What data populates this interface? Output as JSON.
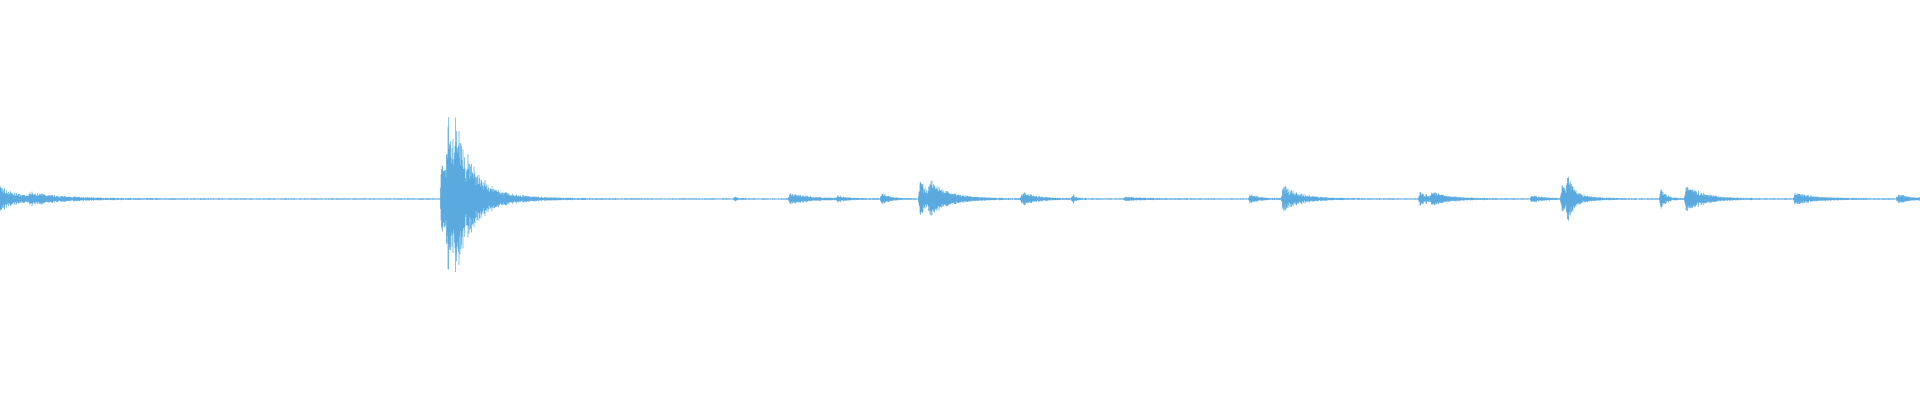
{
  "waveform": {
    "color": "#5AAAE0",
    "background": "#FFFFFF",
    "duration_units": 1920,
    "baseline_amplitude": 0.006,
    "peak_amplitude": 1.0,
    "events": [
      {
        "t": 0,
        "amp": 0.14,
        "decay": 18
      },
      {
        "t": 30,
        "amp": 0.05,
        "decay": 40
      },
      {
        "t": 442,
        "amp": 0.52,
        "decay": 10
      },
      {
        "t": 448,
        "amp": 1.0,
        "decay": 6
      },
      {
        "t": 456,
        "amp": 0.62,
        "decay": 14
      },
      {
        "t": 468,
        "amp": 0.18,
        "decay": 30
      },
      {
        "t": 735,
        "amp": 0.02,
        "decay": 4
      },
      {
        "t": 790,
        "amp": 0.06,
        "decay": 22
      },
      {
        "t": 838,
        "amp": 0.03,
        "decay": 8
      },
      {
        "t": 882,
        "amp": 0.06,
        "decay": 8
      },
      {
        "t": 920,
        "amp": 0.18,
        "decay": 16
      },
      {
        "t": 930,
        "amp": 0.12,
        "decay": 22
      },
      {
        "t": 1022,
        "amp": 0.07,
        "decay": 16
      },
      {
        "t": 1073,
        "amp": 0.05,
        "decay": 3
      },
      {
        "t": 1125,
        "amp": 0.02,
        "decay": 20
      },
      {
        "t": 1250,
        "amp": 0.05,
        "decay": 10
      },
      {
        "t": 1283,
        "amp": 0.14,
        "decay": 18
      },
      {
        "t": 1420,
        "amp": 0.07,
        "decay": 14
      },
      {
        "t": 1432,
        "amp": 0.05,
        "decay": 20
      },
      {
        "t": 1532,
        "amp": 0.04,
        "decay": 12
      },
      {
        "t": 1562,
        "amp": 0.14,
        "decay": 16
      },
      {
        "t": 1568,
        "amp": 0.26,
        "decay": 4
      },
      {
        "t": 1661,
        "amp": 0.1,
        "decay": 6
      },
      {
        "t": 1686,
        "amp": 0.16,
        "decay": 18
      },
      {
        "t": 1795,
        "amp": 0.06,
        "decay": 22
      },
      {
        "t": 1898,
        "amp": 0.05,
        "decay": 14
      }
    ]
  }
}
